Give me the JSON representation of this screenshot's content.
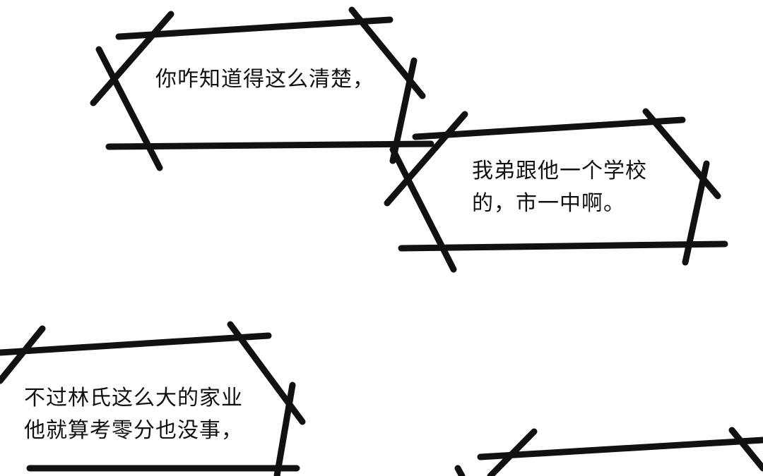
{
  "colors": {
    "background": "#ffffff",
    "ink": "#111111"
  },
  "bubbles": [
    {
      "lines": [
        "你咋知道得这么清楚，"
      ]
    },
    {
      "lines": [
        "我弟跟他一个学校",
        "的，市一中啊。"
      ]
    },
    {
      "lines": [
        "不过林氏这么大的家业",
        "他就算考零分也没事，"
      ]
    },
    {
      "lines": []
    }
  ]
}
